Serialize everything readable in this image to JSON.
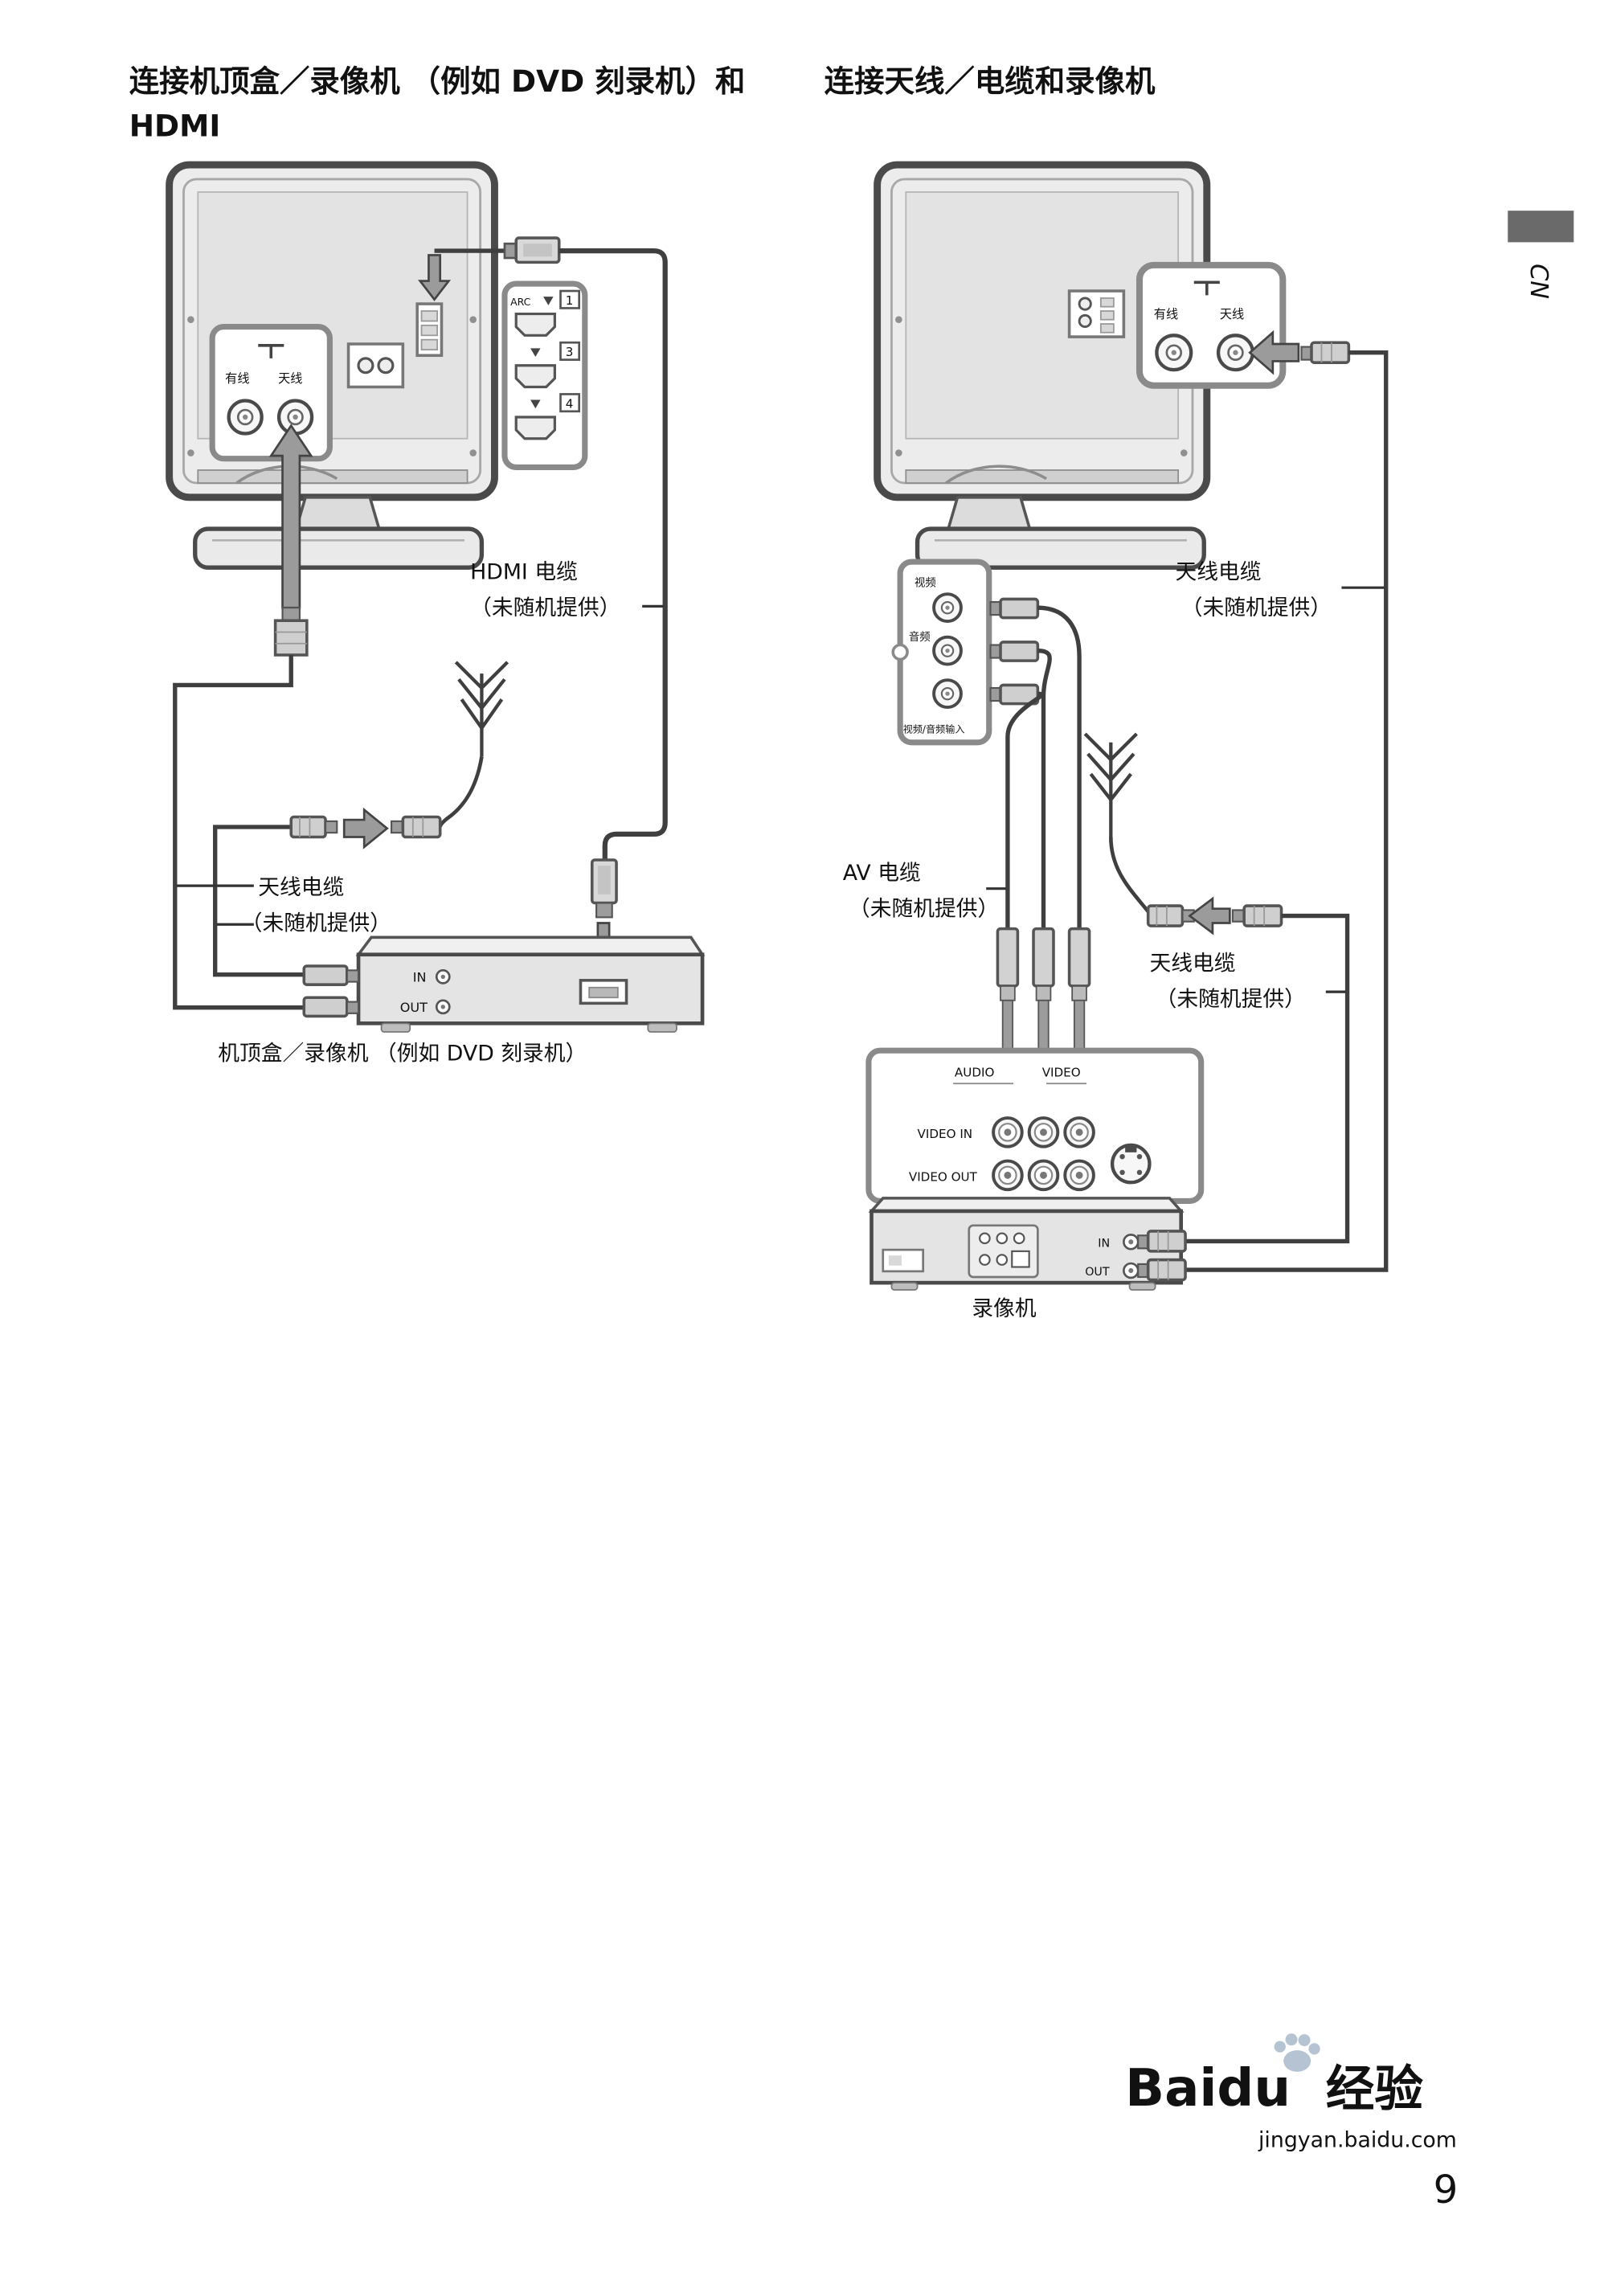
{
  "page": {
    "number": "9",
    "side_label": "CN"
  },
  "watermark": {
    "brand": "Baidu",
    "brand_suffix": "经验",
    "url": "jingyan.baidu.com"
  },
  "left_diagram": {
    "title_line1": "连接机顶盒／录像机 （例如 DVD 刻录机）和",
    "title_line2": "HDMI",
    "hdmi_cable_label_line1": "HDMI 电缆",
    "hdmi_cable_label_line2": "（未随机提供）",
    "antenna_cable_label_line1": "天线电缆",
    "antenna_cable_label_line2": "（未随机提供）",
    "caption": "机顶盒／录像机 （例如 DVD 刻录机）",
    "tv_panel": {
      "cable": "有线",
      "antenna": "天线"
    },
    "hdmi_panel": {
      "arc": "ARC",
      "port1": "1",
      "port2": "3",
      "port3": "4"
    },
    "stb": {
      "in": "IN",
      "out": "OUT"
    }
  },
  "right_diagram": {
    "title": "连接天线／电缆和录像机",
    "antenna_cable_top_line1": "天线电缆",
    "antenna_cable_top_line2": "（未随机提供）",
    "av_cable_label_line1": "AV 电缆",
    "av_cable_label_line2": "（未随机提供）",
    "antenna_cable_bottom_line1": "天线电缆",
    "antenna_cable_bottom_line2": "（未随机提供）",
    "caption": "录像机",
    "tv_panel": {
      "cable": "有线",
      "antenna": "天线"
    },
    "av_panel": {
      "video": "视频",
      "audio": "音频",
      "av_input": "视频/音频输入"
    },
    "vcr_panel": {
      "audio": "AUDIO",
      "video": "VIDEO",
      "video_in": "VIDEO IN",
      "video_out": "VIDEO OUT"
    },
    "vcr": {
      "in": "IN",
      "out": "OUT"
    }
  }
}
